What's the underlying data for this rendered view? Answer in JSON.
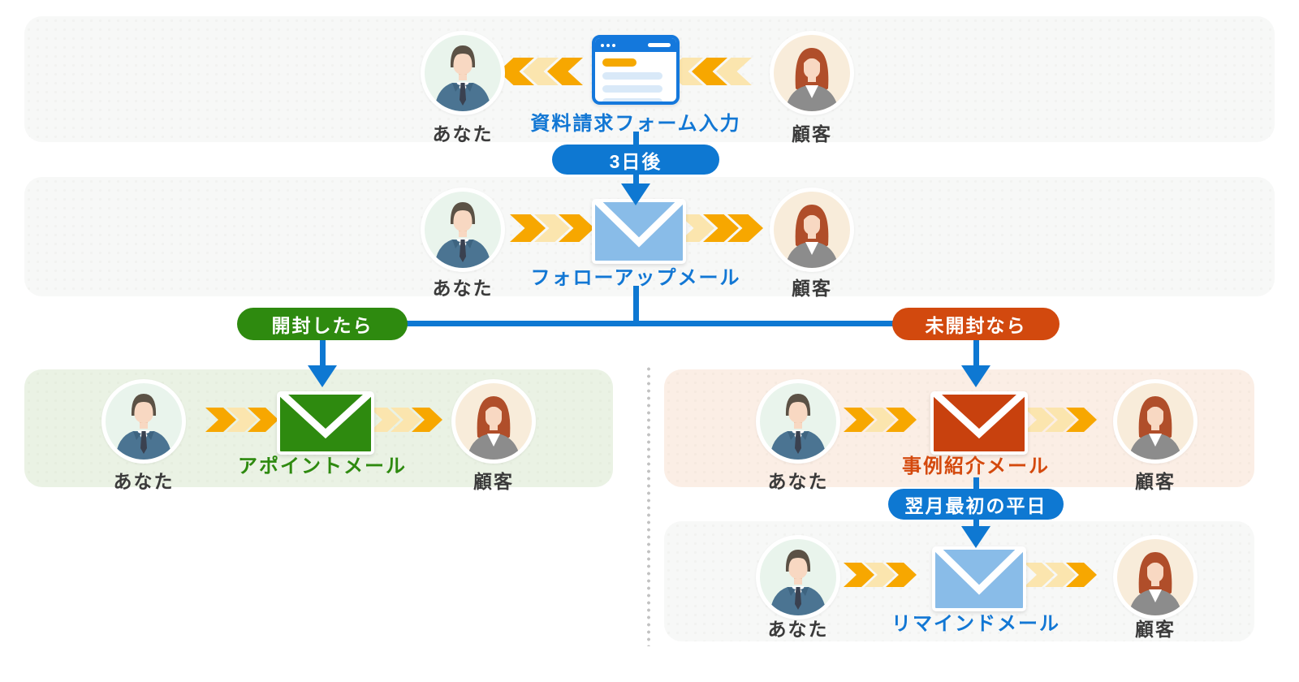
{
  "diagram": {
    "actors": {
      "you": "あなた",
      "customer": "顧客"
    },
    "rows": {
      "form": {
        "label": "資料請求フォーム入力"
      },
      "followup": {
        "label": "フォローアップメール"
      },
      "appoint": {
        "label": "アポイントメール"
      },
      "case_intro": {
        "label": "事例紹介メール"
      },
      "remind": {
        "label": "リマインドメール"
      }
    },
    "badges": {
      "delay": "3日後",
      "opened": "開封したら",
      "unopened": "未開封なら",
      "next_weekday": "翌月最初の平日"
    },
    "colors": {
      "blue": "#0e78d2",
      "green": "#2e8a0f",
      "orange": "#d2490e",
      "arrow_dark": "#f7a700",
      "arrow_pale": "#fbe5ae",
      "envelope_blue": "#89bce8",
      "panel_gray": "#f7f8f7",
      "panel_green": "#eaf2e4",
      "panel_orange": "#fbeee5"
    }
  }
}
